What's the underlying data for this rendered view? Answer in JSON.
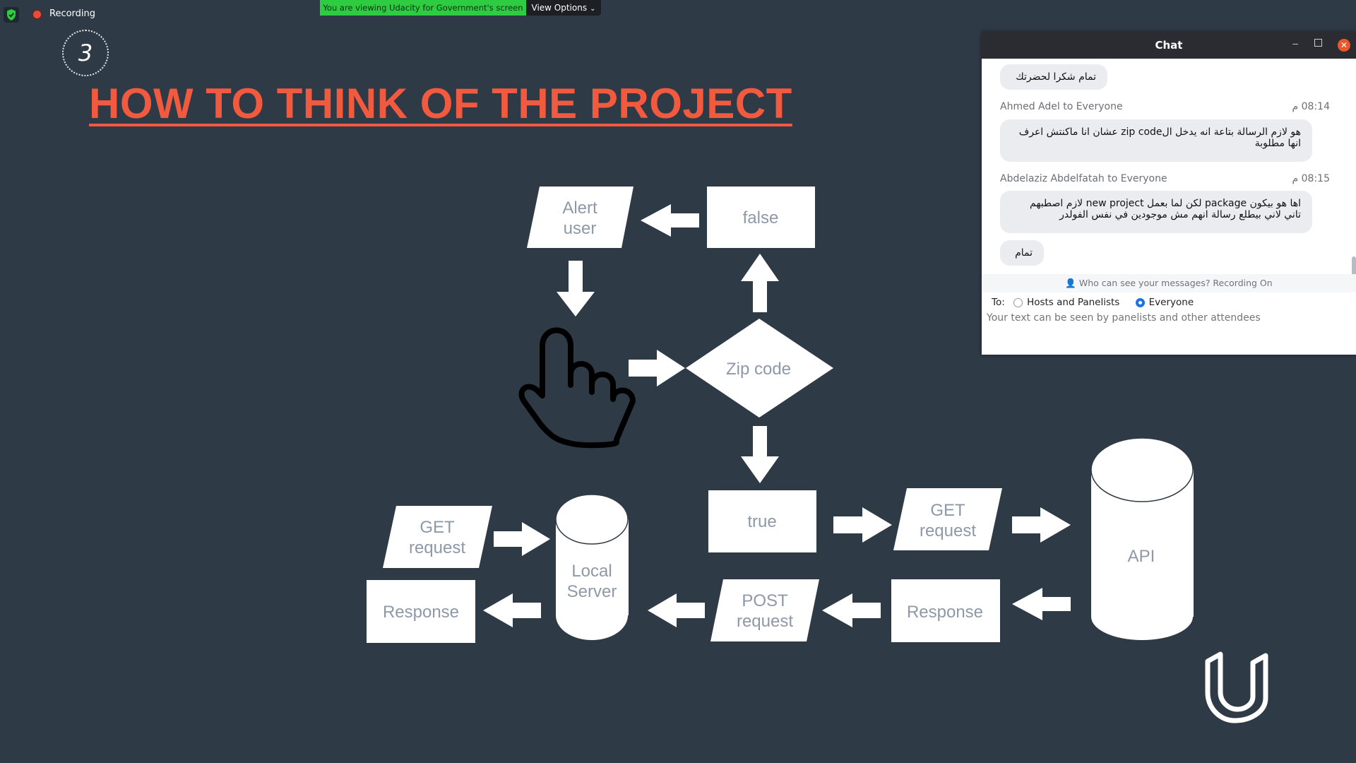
{
  "recording": {
    "label": "Recording"
  },
  "banner": {
    "viewing_text": "You are viewing Udacity for Government's screen",
    "view_options": "View Options"
  },
  "slide": {
    "number": "3",
    "title": "HOW TO THINK OF THE PROJECT",
    "title_color": "#f15a3f",
    "background": "#2f3a47",
    "flowchart": {
      "alert_user": [
        "Alert",
        "user"
      ],
      "false": "false",
      "zip_code": "Zip code",
      "true": "true",
      "get_request_api": [
        "GET",
        "request"
      ],
      "api": "API",
      "response_api": "Response",
      "post_request": [
        "POST",
        "request"
      ],
      "local_server": [
        "Local",
        "Server"
      ],
      "get_request_local": [
        "GET",
        "request"
      ],
      "response_local": "Response"
    }
  },
  "chat": {
    "title": "Chat",
    "messages": [
      {
        "text": "تمام شكرا لحضرتك"
      },
      {
        "sender": "Ahmed Adel to Everyone",
        "time": "08:14 م",
        "lines": [
          "هو لازم الرسالة بتاعة انه يدخل الzip code عشان انا ماكنتش اعرف",
          "انها مطلوبة"
        ]
      },
      {
        "sender": "Abdelaziz Abdelfatah to Everyone",
        "time": "08:15 م",
        "lines": [
          "اها هو بيكون package لكن لما بعمل new project لازم اصطبهم",
          "تاني لاني بيطلع رسالة انهم مش موجودين في نفس الفولدر"
        ]
      },
      {
        "text": "تمام"
      }
    ],
    "privacy_note": "Who can see your messages? Recording On",
    "to_label": "To:",
    "recipients": [
      "Hosts and Panelists",
      "Everyone"
    ],
    "selected_recipient": "Everyone",
    "input_placeholder": "Your text can be seen by panelists and other attendees"
  }
}
